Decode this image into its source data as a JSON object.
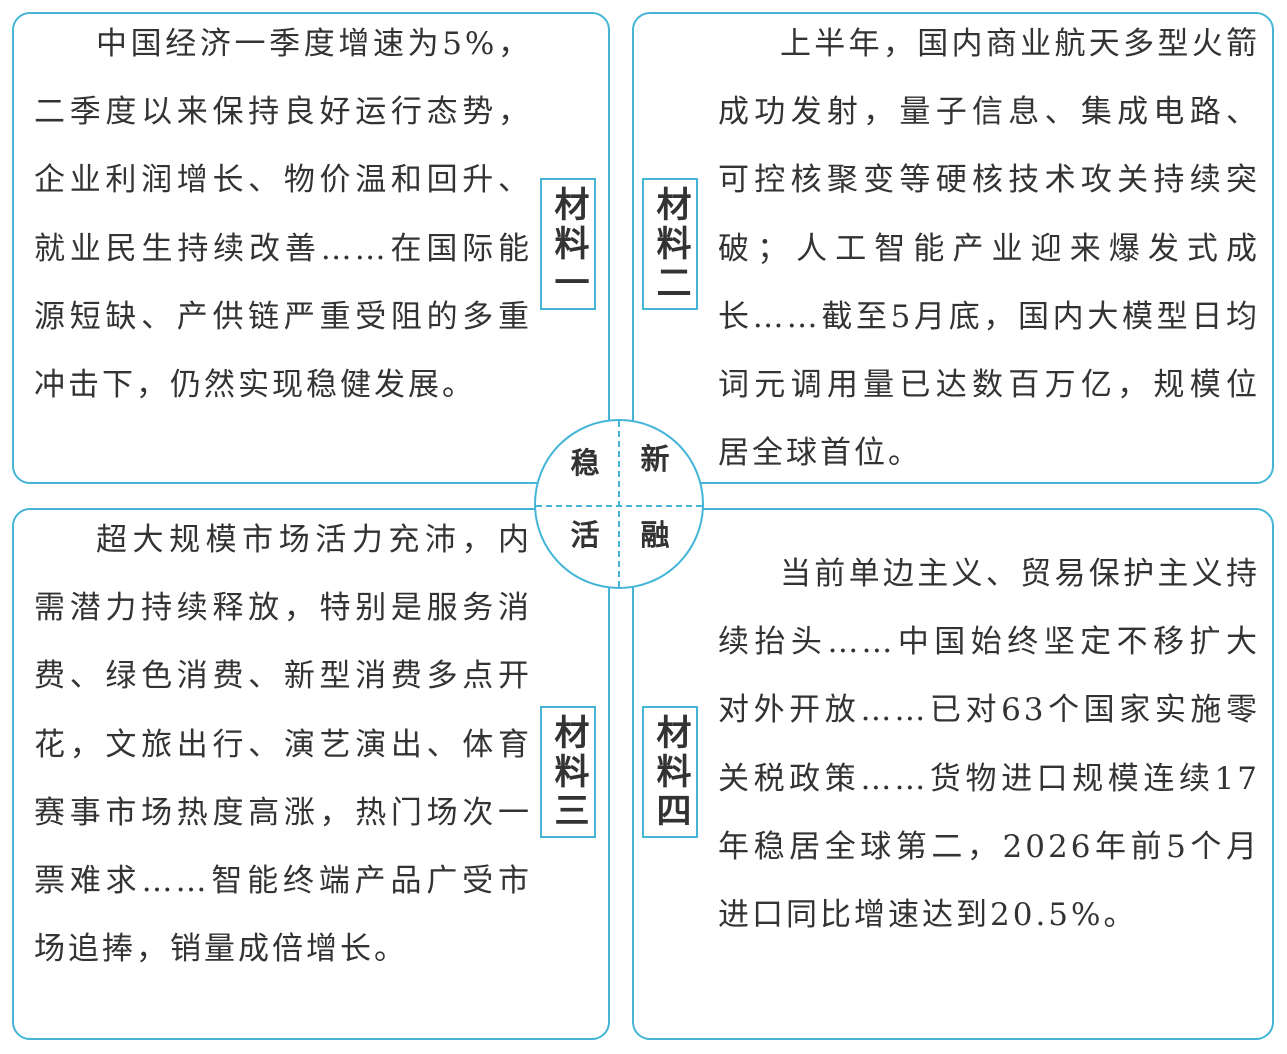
{
  "materials": [
    {
      "tag": "材料一",
      "text": "中国经济一季度增速为5%，二季度以来保持良好运行态势，企业利润增长、物价温和回升、就业民生持续改善……在国际能源短缺、产供链严重受阻的多重冲击下，仍然实现稳健发展。"
    },
    {
      "tag": "材料二",
      "text": "上半年，国内商业航天多型火箭成功发射，量子信息、集成电路、可控核聚变等硬核技术攻关持续突破；人工智能产业迎来爆发式成长……截至5月底，国内大模型日均词元调用量已达数百万亿，规模位居全球首位。"
    },
    {
      "tag": "材料三",
      "text": "超大规模市场活力充沛，内需潜力持续释放，特别是服务消费、绿色消费、新型消费多点开花，文旅出行、演艺演出、体育赛事市场热度高涨，热门场次一票难求……智能终端产品广受市场追捧，销量成倍增长。"
    },
    {
      "tag": "材料四",
      "text": "当前单边主义、贸易保护主义持续抬头……中国始终坚定不移扩大对外开放……已对63个国家实施零关税政策……货物进口规模连续17年稳居全球第二，2026年前5个月进口同比增速达到20.5%。"
    }
  ],
  "center": {
    "top_left": "稳",
    "top_right": "新",
    "bottom_left": "活",
    "bottom_right": "融"
  },
  "colors": {
    "border": "#44b5d7",
    "text": "#333333",
    "background": "#ffffff"
  }
}
